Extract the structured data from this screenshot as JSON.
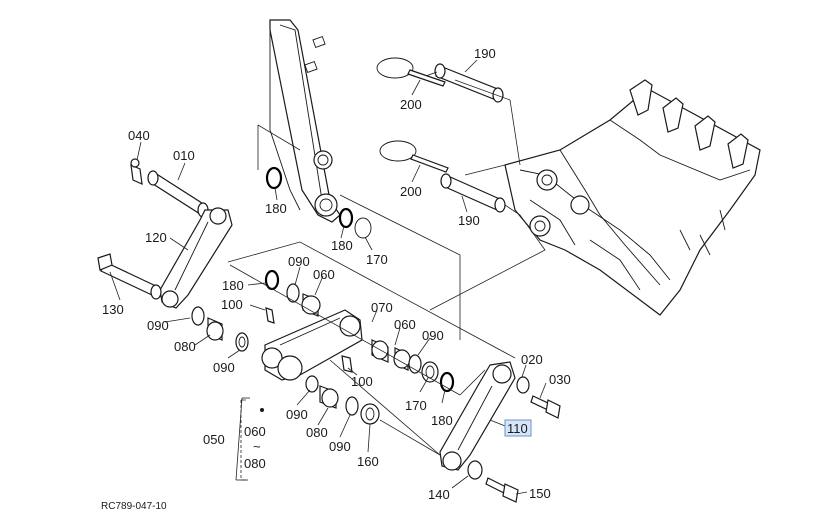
{
  "diagram": {
    "drawing_code": "RC789-047-10",
    "callouts": {
      "p190a": "190",
      "p200a": "200",
      "p200b": "200",
      "p190b": "190",
      "p040": "040",
      "p010": "010",
      "p180a": "180",
      "p180b": "180",
      "p170a": "170",
      "p120": "120",
      "p180c": "180",
      "p090a": "090",
      "p060a": "060",
      "p130": "130",
      "p100a": "100",
      "p070": "070",
      "p060b": "060",
      "p090b": "090",
      "p090c": "090",
      "p080a": "080",
      "p090d": "090",
      "p100b": "100",
      "p020": "020",
      "p030": "030",
      "p170b": "170",
      "p180d": "180",
      "p110": "110",
      "p060c": "060",
      "p050": "050",
      "p090e": "090",
      "p080b": "080",
      "p090f": "090",
      "p160": "160",
      "p080c": "080",
      "p140": "140",
      "p150": "150",
      "tilde": "~"
    },
    "highlight_color": "#d6e6f8"
  }
}
